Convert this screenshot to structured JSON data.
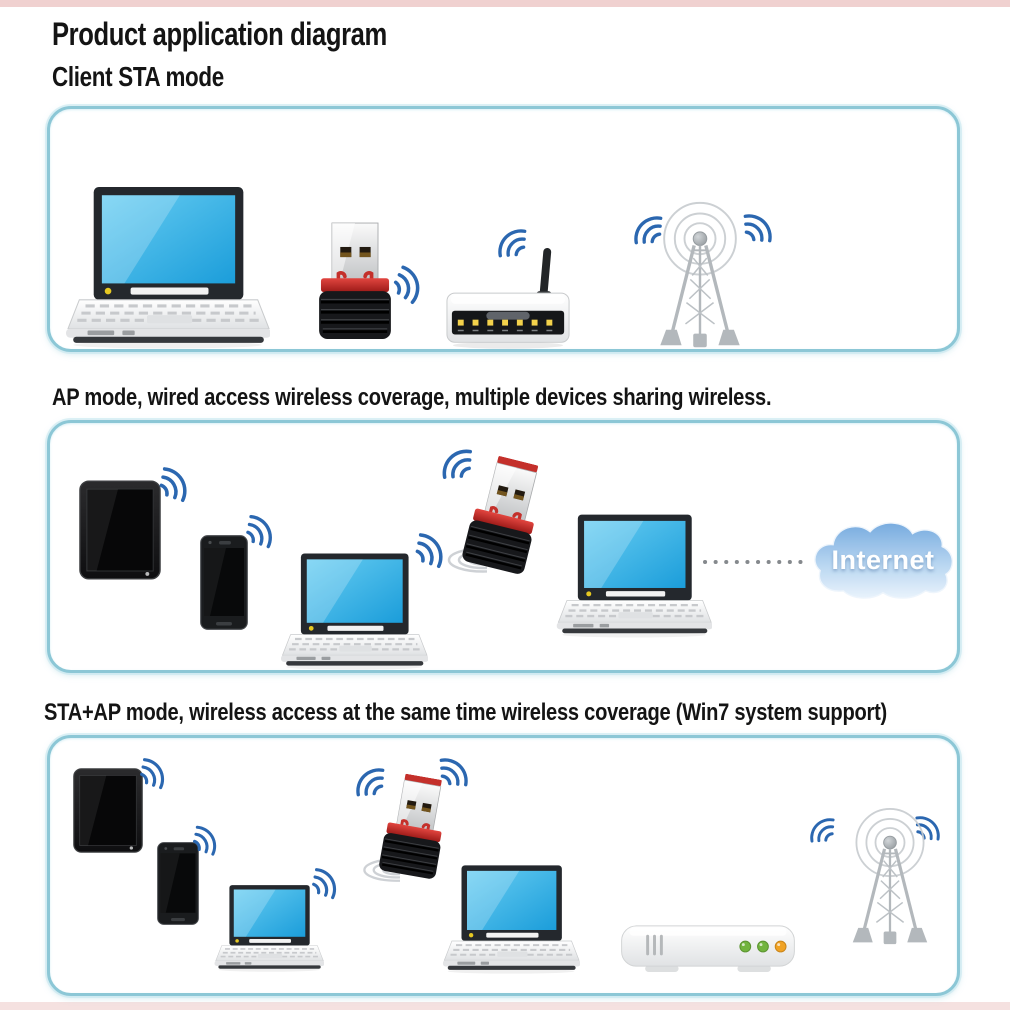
{
  "page": {
    "title": "Product application diagram"
  },
  "sections": [
    {
      "heading": "Client STA mode",
      "devices": [
        "laptop",
        "usb-wifi-adapter",
        "wireless-router",
        "cell-tower"
      ]
    },
    {
      "heading": "AP mode, wired access wireless coverage, multiple devices sharing wireless.",
      "devices": [
        "tablet",
        "smartphone",
        "laptop",
        "usb-wifi-adapter",
        "laptop",
        "internet-cloud"
      ],
      "cloud_label": "Internet"
    },
    {
      "heading": "STA+AP mode, wireless access at the same time wireless coverage (Win7 system support)",
      "devices": [
        "tablet",
        "smartphone",
        "laptop",
        "usb-wifi-adapter",
        "laptop",
        "broadband-modem",
        "cell-tower"
      ]
    }
  ],
  "colors": {
    "panel_border": "#8cc7d6",
    "wifi_signal_blue": "#2b67b0",
    "adapter_red": "#c4302b",
    "laptop_screen_blue": "#2aace2",
    "cloud_blue": "#74a9df",
    "router_led_yellow": "#f3d24b",
    "modem_led_green": "#72b43e",
    "modem_led_amber": "#f0a224",
    "tower_gray": "#b3b8bc"
  }
}
